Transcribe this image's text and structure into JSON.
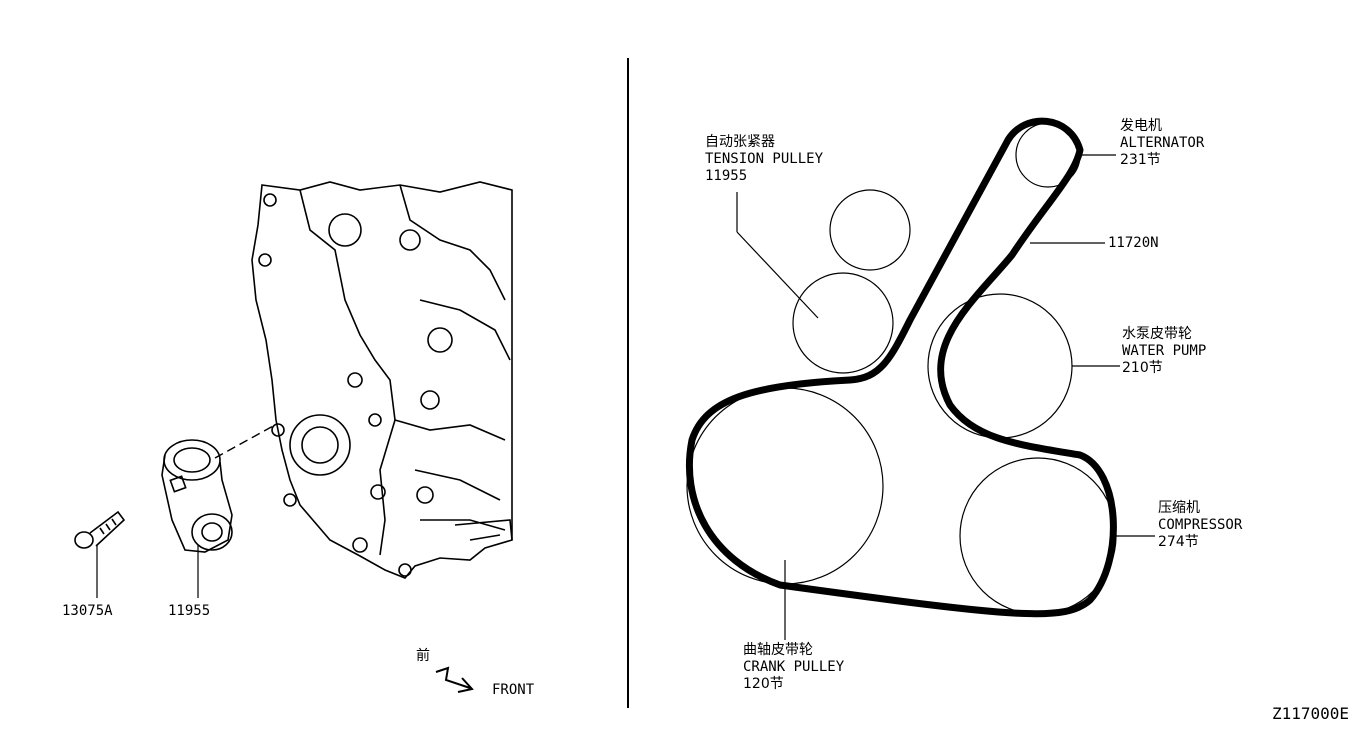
{
  "left": {
    "part_bolt": "13075A",
    "part_tensioner": "11955",
    "front_cn": "前",
    "front_en": "FRONT"
  },
  "right": {
    "tension_pulley": {
      "cn": "自动张紧器",
      "en": "TENSION PULLEY",
      "part": "11955"
    },
    "alternator": {
      "cn": "发电机",
      "en": "ALTERNATOR",
      "code": "231节"
    },
    "belt": {
      "part": "11720N"
    },
    "water_pump": {
      "cn": "水泵皮带轮",
      "en": "WATER PUMP",
      "code": "210节"
    },
    "compressor": {
      "cn": "压缩机",
      "en": "COMPRESSOR",
      "code": "274节"
    },
    "crank_pulley": {
      "cn": "曲轴皮带轮",
      "en": "CRANK PULLEY",
      "code": "120节"
    }
  },
  "diagram_id": "Z117000E"
}
